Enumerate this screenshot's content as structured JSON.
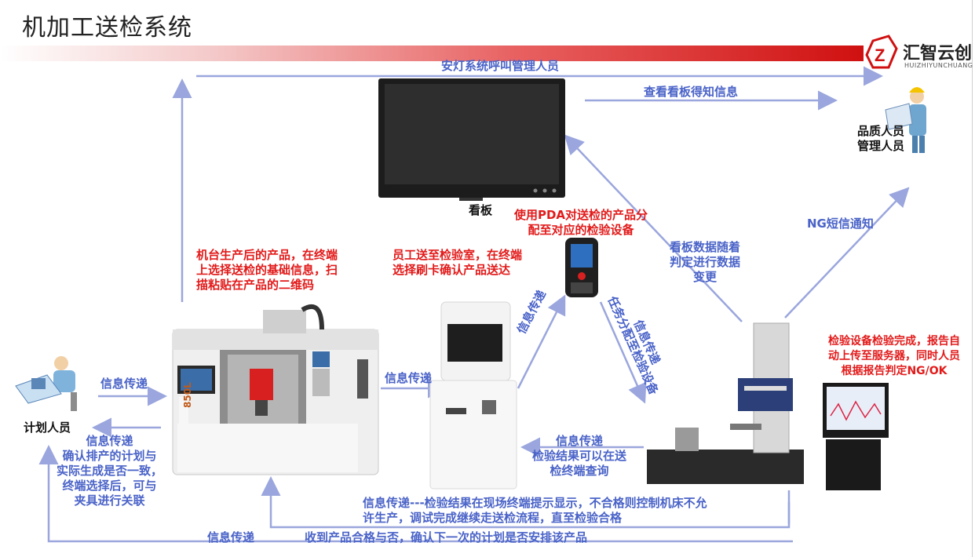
{
  "title": "机加工送检系统",
  "logo": {
    "name": "汇智云创",
    "sub": "HUIZHIYUNCHUANG"
  },
  "labels": {
    "andon": "安灯系统呼叫管理人员",
    "view_board": "查看看板得知信息",
    "quality_person": "品质人员\n管理人员",
    "board": "看板",
    "pda_assign": "使用PDA对送检的产品分\n配至对应的检验设备",
    "machine_produce": "机台生产后的产品，在终端\n上选择送检的基础信息，扫\n描粘贴在产品的二维码",
    "worker_send": "员工送至检验室，在终端\n选择刷卡确认产品送达",
    "board_data": "看板数据随着\n判定进行数据\n变更",
    "ng_sms": "NG短信通知",
    "inspect_done": "检验设备检验完成，报告自\n动上传至服务器，同时人员\n根据报告判定NG/OK",
    "info_pass_diag1": "信息传递",
    "task_assign": "任务分配至检验设备",
    "info_pass_diag2": "信息传递",
    "info_pass_left": "信息传递",
    "planner": "计划人员",
    "info_pass_mid": "信息传递",
    "info_back": "信息传递\n确认排产的计划与\n实际生成是否一致，\n终端选择后，可与\n夹具进行关联",
    "result_query": "信息传递\n检验结果可以在送\n检终端查询",
    "result_display": "信息传递---检验结果在现场终端提示显示，不合格则控制机床不允\n许生产，调试完成继续走送检流程，直至检验合格",
    "info_pass_bottom": "信息传递",
    "bottom_confirm": "收到产品合格与否，确认下一次的计划是否安排该产品",
    "machine_brand": "850L"
  },
  "colors": {
    "arrow": "#9aa6dd",
    "blue_text": "#4a63c8",
    "red_text": "#e21a1a"
  }
}
